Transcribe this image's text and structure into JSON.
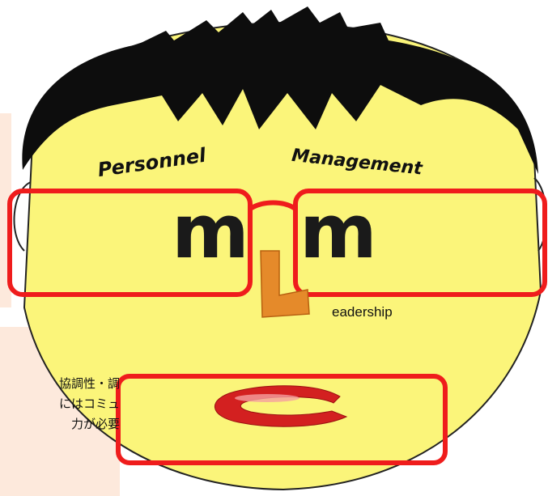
{
  "face": {
    "word_personnel": "Personnel",
    "word_management": "Management",
    "letter_left_m": "m",
    "letter_right_m": "m",
    "letter_l": "L",
    "leadership_suffix": "eadership",
    "mouth_letter": "C"
  },
  "note": {
    "lines": [
      "協調性・調",
      "にはコミュ",
      "力が必要"
    ]
  },
  "colors": {
    "face": "#fbf57a",
    "hair": "#0d0d0d",
    "frame": "#ef1c1c",
    "nose": "#e58a2a",
    "note_bg": "#fde9dc",
    "mouth": "#d32020"
  }
}
